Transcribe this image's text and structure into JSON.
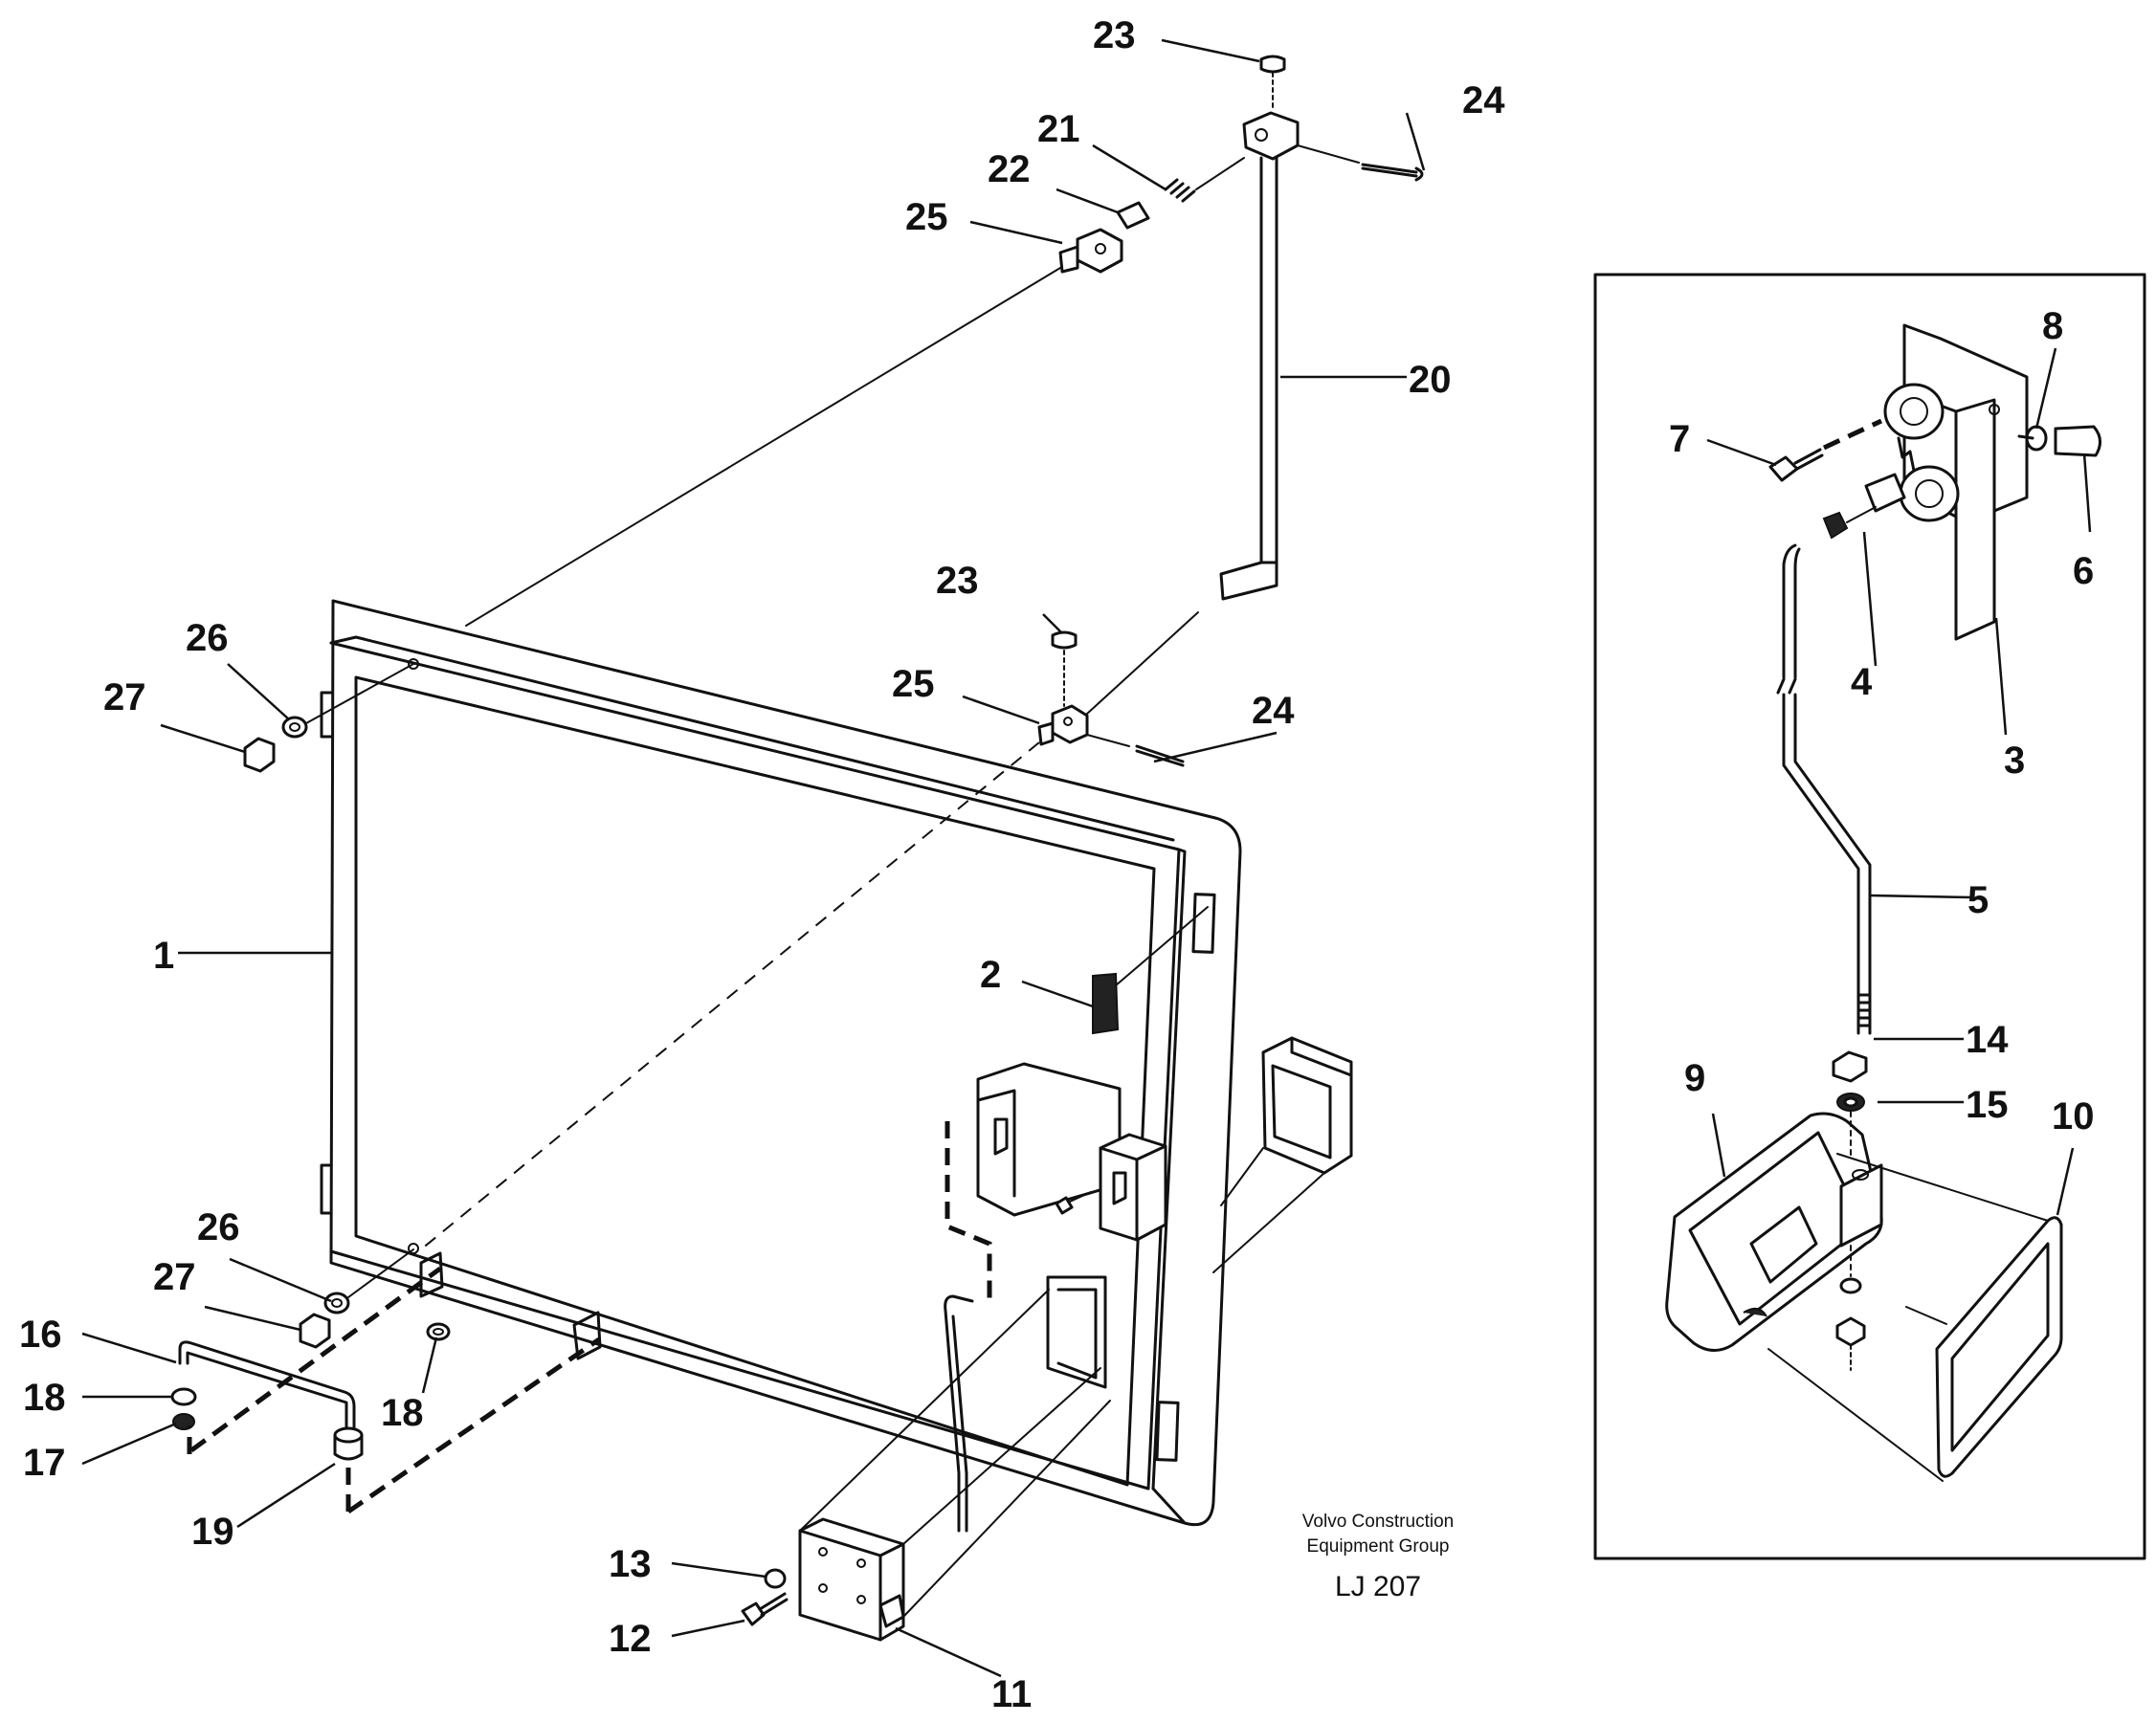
{
  "callouts": {
    "c1": "1",
    "c2": "2",
    "c3": "3",
    "c4": "4",
    "c5": "5",
    "c6": "6",
    "c7": "7",
    "c8": "8",
    "c9": "9",
    "c10": "10",
    "c11": "11",
    "c12": "12",
    "c13": "13",
    "c14": "14",
    "c15": "15",
    "c16": "16",
    "c17": "17",
    "c18a": "18",
    "c18b": "18",
    "c19": "19",
    "c20": "20",
    "c21": "21",
    "c22": "22",
    "c23a": "23",
    "c23b": "23",
    "c24a": "24",
    "c24b": "24",
    "c25a": "25",
    "c25b": "25",
    "c26a": "26",
    "c26b": "26",
    "c27a": "27",
    "c27b": "27"
  },
  "caption": {
    "line1": "Volvo Construction",
    "line2": "Equipment Group",
    "code": "LJ 207"
  }
}
